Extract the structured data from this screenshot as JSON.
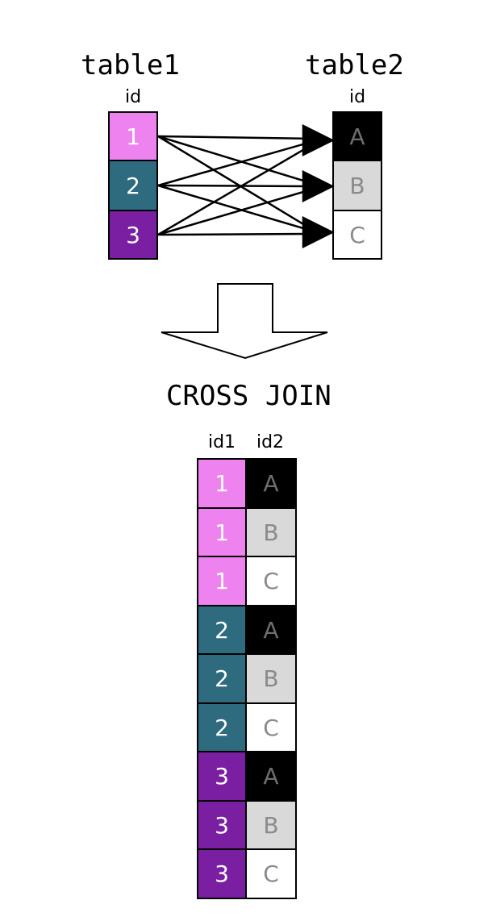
{
  "table1": {
    "title": "table1",
    "column": "id",
    "rows": [
      "1",
      "2",
      "3"
    ]
  },
  "table2": {
    "title": "table2",
    "column": "id",
    "rows": [
      "A",
      "B",
      "C"
    ]
  },
  "operation_label": "CROSS JOIN",
  "result": {
    "columns": [
      "id1",
      "id2"
    ],
    "rows": [
      [
        "1",
        "A"
      ],
      [
        "1",
        "B"
      ],
      [
        "1",
        "C"
      ],
      [
        "2",
        "A"
      ],
      [
        "2",
        "B"
      ],
      [
        "2",
        "C"
      ],
      [
        "3",
        "A"
      ],
      [
        "3",
        "B"
      ],
      [
        "3",
        "C"
      ]
    ]
  },
  "colors": {
    "1": {
      "bg": "#ee82ee",
      "fg": "#ffffff"
    },
    "2": {
      "bg": "#2e6b7f",
      "fg": "#ffffff"
    },
    "3": {
      "bg": "#7b1fa2",
      "fg": "#ffffff"
    },
    "A": {
      "bg": "#000000",
      "fg": "#6e6e6e"
    },
    "B": {
      "bg": "#d9d9d9",
      "fg": "#8a8a8a"
    },
    "C": {
      "bg": "#ffffff",
      "fg": "#8a8a8a"
    }
  }
}
